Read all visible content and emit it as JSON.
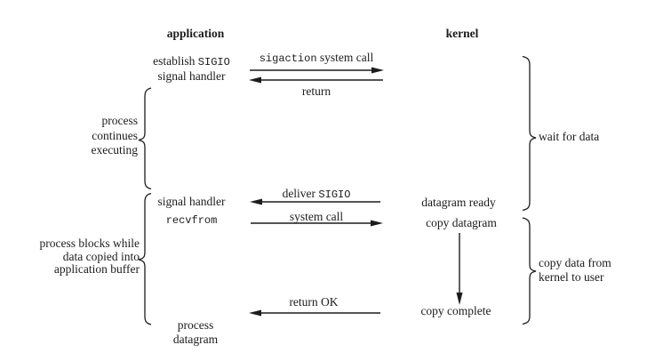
{
  "headers": {
    "application": "application",
    "kernel": "kernel"
  },
  "application_column": {
    "establish_prefix": "establish ",
    "establish_code": "SIGIO",
    "establish_line2": "signal handler",
    "signal_handler": "signal handler",
    "recvfrom": "recvfrom",
    "process_datagram": "process\ndatagram"
  },
  "kernel_column": {
    "datagram_ready": "datagram ready",
    "copy_datagram": "copy datagram",
    "copy_complete": "copy complete"
  },
  "arrow_labels": {
    "sigaction_code": "sigaction",
    "sigaction_rest": " system call",
    "return_label": "return",
    "deliver_prefix": "deliver ",
    "deliver_code": "SIGIO",
    "system_call": "system call",
    "return_ok": "return OK"
  },
  "brace_labels": {
    "process_continues": "process\ncontinues\nexecuting",
    "process_blocks": "process blocks while\ndata copied into\napplication buffer",
    "wait_for_data": "wait for data",
    "copy_data_from": "copy data from\nkernel to user"
  },
  "colors": {
    "ink": "#1c1c1c",
    "background": "#ffffff"
  }
}
